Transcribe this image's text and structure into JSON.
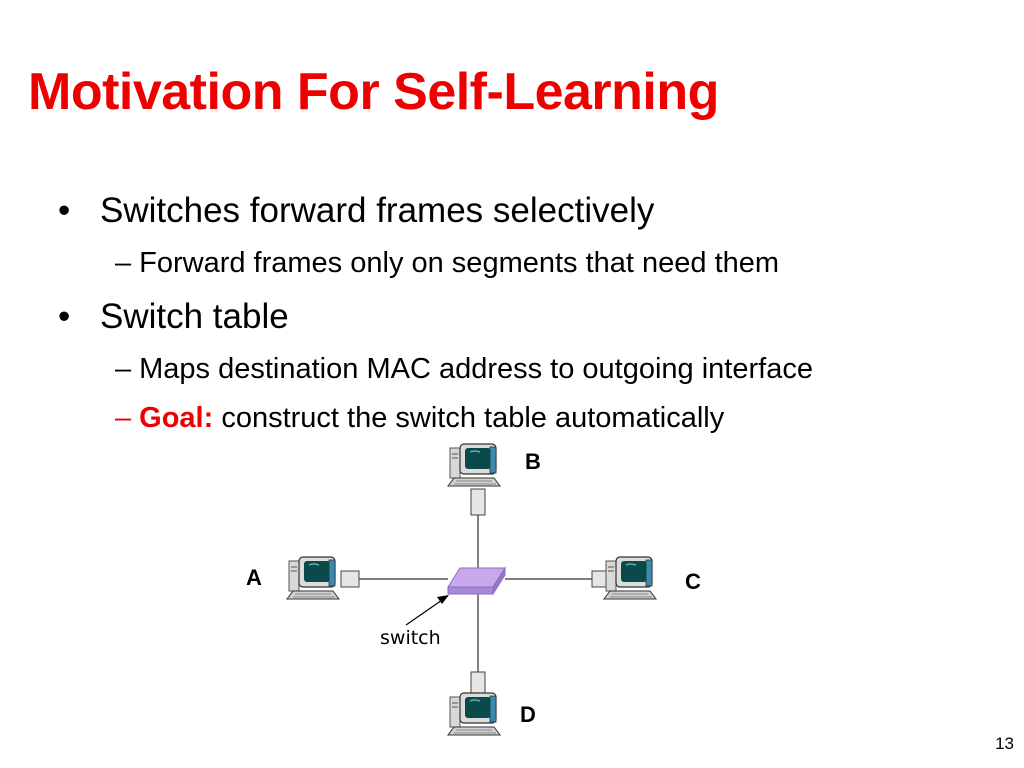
{
  "slide": {
    "title": "Motivation For Self-Learning",
    "page_number": "13"
  },
  "bullets": [
    {
      "marker": "•",
      "text": "Switches forward frames selectively",
      "subitems": [
        {
          "marker": "–",
          "text": "Forward frames only on segments that need them"
        }
      ]
    },
    {
      "marker": "•",
      "text": "Switch table",
      "subitems": [
        {
          "marker": "–",
          "text": "Maps destination MAC address to outgoing interface"
        },
        {
          "marker": "–",
          "emphasis": "Goal:",
          "text": " construct the switch table automatically"
        }
      ]
    }
  ],
  "diagram": {
    "switch_label": "switch",
    "hosts": [
      {
        "id": "A",
        "label": "A"
      },
      {
        "id": "B",
        "label": "B"
      },
      {
        "id": "C",
        "label": "C"
      },
      {
        "id": "D",
        "label": "D"
      }
    ],
    "colors": {
      "switch_fill": "#c8a8ec",
      "switch_stroke": "#8a6cc4",
      "monitor_screen": "#0a4a4a",
      "line": "#000000"
    }
  }
}
